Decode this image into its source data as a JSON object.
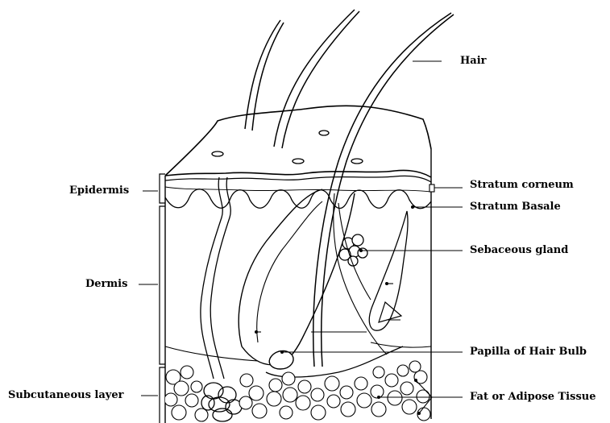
{
  "labels": {
    "hair": "Hair",
    "epidermis": "Epidermis",
    "dermis": "Dermis",
    "subcutaneous": "Subcutaneous layer",
    "stratum_corneum": "Stratum corneum",
    "stratum_basale": "Stratum Basale",
    "sebaceous_gland": "Sebaceous gland",
    "papilla": "Papilla of Hair Bulb",
    "fat": "Fat or Adipose Tissue"
  },
  "colors": {
    "line": "#000000",
    "background": "#ffffff"
  }
}
